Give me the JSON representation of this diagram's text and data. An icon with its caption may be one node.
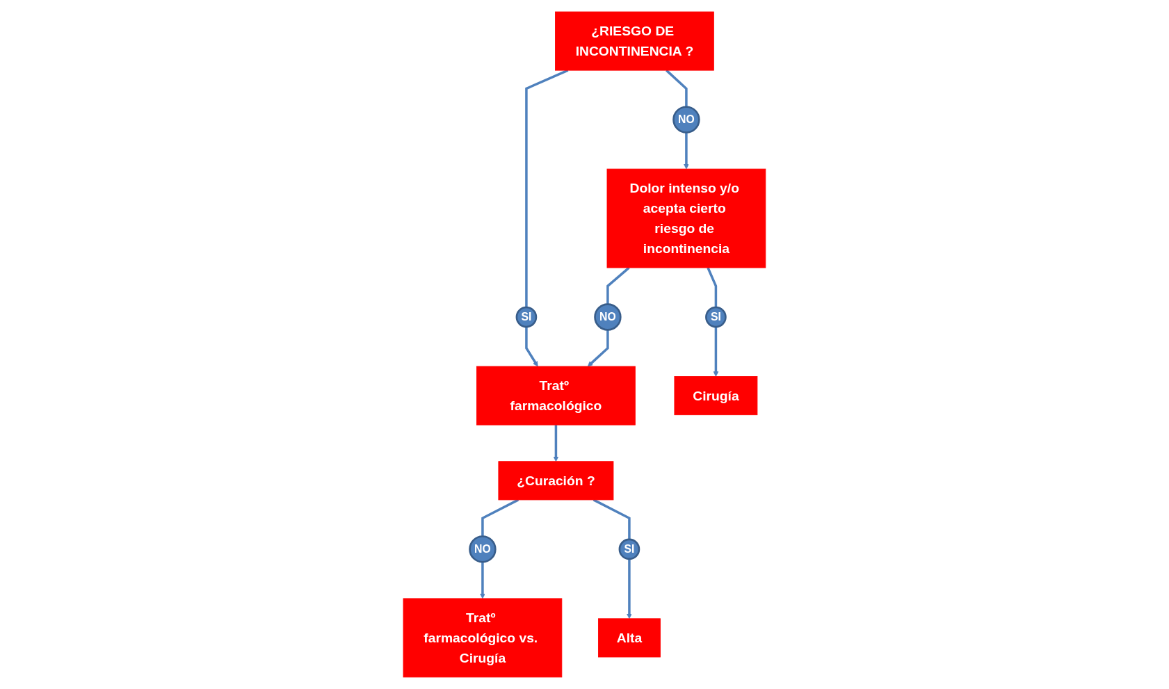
{
  "diagram": {
    "nodes": [
      {
        "text": [
          "¿RIESGO DE INCONTINENCIA ?"
        ]
      },
      {
        "text": [
          "NO"
        ]
      },
      {
        "text": [
          "SI"
        ]
      },
      {
        "text": [
          "Dolor intenso y/o acepta cierto riesgo de incontinencia"
        ]
      },
      {
        "text": [
          "NO"
        ]
      },
      {
        "text": [
          "Tratº farmacológico"
        ]
      },
      {
        "text": [
          "SI"
        ]
      },
      {
        "text": [
          "¿Curación ?"
        ]
      },
      {
        "text": [
          "Cirugía"
        ]
      },
      {
        "text": [
          "NO"
        ]
      },
      {
        "text": [
          "SI"
        ]
      },
      {
        "text": [
          "Tratº farmacológico vs. Cirugía"
        ]
      },
      {
        "text": [
          "Alta"
        ]
      }
    ],
    "edges": [
      {
        "from": 0,
        "to": 1,
        "arrow": "none"
      },
      {
        "from": 0,
        "to": 2,
        "arrow": "none"
      },
      {
        "from": 1,
        "to": 3,
        "arrow": "to"
      },
      {
        "from": 2,
        "to": 5,
        "arrow": "to"
      },
      {
        "from": 3,
        "to": 4,
        "arrow": "none"
      },
      {
        "from": 4,
        "to": 5,
        "arrow": "to"
      },
      {
        "from": 3,
        "to": 6,
        "arrow": "none"
      },
      {
        "from": 6,
        "to": 8,
        "arrow": "to"
      },
      {
        "from": 5,
        "to": 7,
        "arrow": "to"
      },
      {
        "from": 7,
        "to": 9,
        "arrow": "none"
      },
      {
        "from": 7,
        "to": 10,
        "arrow": "none"
      },
      {
        "from": 9,
        "to": 11,
        "arrow": "to"
      },
      {
        "from": 10,
        "to": 12,
        "arrow": "to"
      }
    ]
  }
}
